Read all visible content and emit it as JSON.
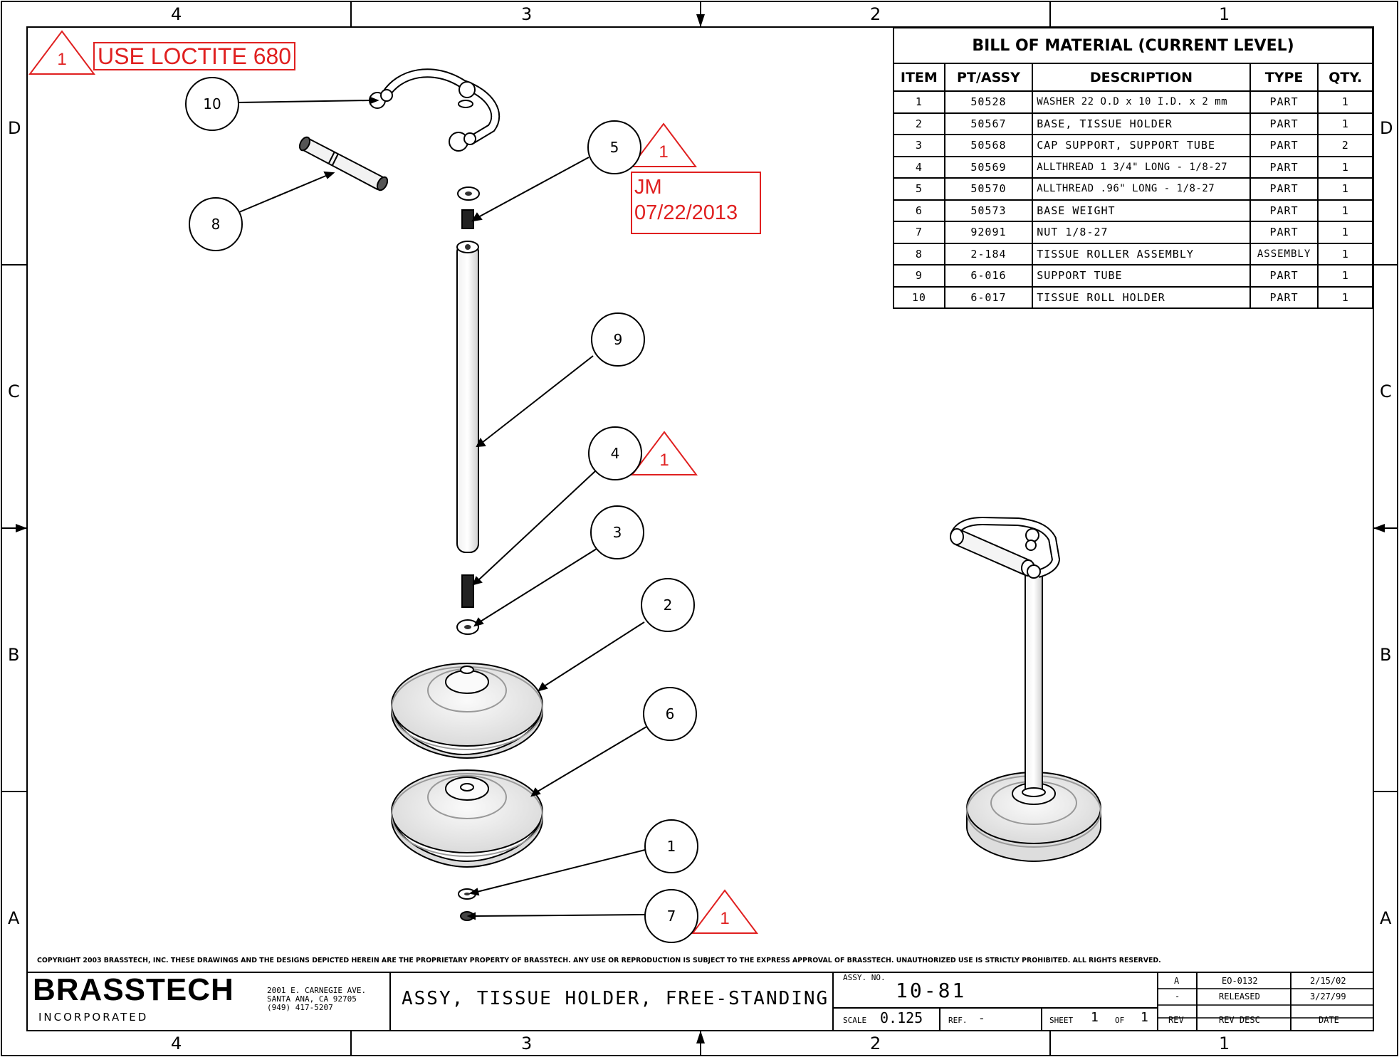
{
  "zones": {
    "columns": [
      "4",
      "3",
      "2",
      "1"
    ],
    "rows": [
      "D",
      "C",
      "B",
      "A"
    ]
  },
  "bom": {
    "title": "BILL OF MATERIAL (CURRENT LEVEL)",
    "headers": [
      "ITEM",
      "PT/ASSY",
      "DESCRIPTION",
      "TYPE",
      "QTY."
    ],
    "rows": [
      [
        "1",
        "50528",
        "WASHER 22 O.D x 10 I.D. x 2 mm",
        "PART",
        "1"
      ],
      [
        "2",
        "50567",
        "BASE, TISSUE HOLDER",
        "PART",
        "1"
      ],
      [
        "3",
        "50568",
        "CAP SUPPORT, SUPPORT TUBE",
        "PART",
        "2"
      ],
      [
        "4",
        "50569",
        "ALLTHREAD 1 3/4\" LONG - 1/8-27",
        "PART",
        "1"
      ],
      [
        "5",
        "50570",
        "ALLTHREAD .96\" LONG - 1/8-27",
        "PART",
        "1"
      ],
      [
        "6",
        "50573",
        "BASE WEIGHT",
        "PART",
        "1"
      ],
      [
        "7",
        "92091",
        "NUT 1/8-27",
        "PART",
        "1"
      ],
      [
        "8",
        "2-184",
        "TISSUE ROLLER ASSEMBLY",
        "ASSEMBLY",
        "1"
      ],
      [
        "9",
        "6-016",
        "SUPPORT TUBE",
        "PART",
        "1"
      ],
      [
        "10",
        "6-017",
        "TISSUE ROLL HOLDER",
        "PART",
        "1"
      ]
    ]
  },
  "balloons": [
    "10",
    "8",
    "5",
    "9",
    "4",
    "3",
    "2",
    "6",
    "1",
    "7"
  ],
  "revision_note": {
    "marker": "1",
    "note": "USE LOCTITE 680",
    "initials": "JM",
    "date": "07/22/2013"
  },
  "copyright": "COPYRIGHT 2003 BRASSTECH, INC. THESE DRAWINGS AND THE DESIGNS DEPICTED HEREIN ARE THE PROPRIETARY PROPERTY OF BRASSTECH. ANY USE OR REPRODUCTION IS SUBJECT TO THE EXPRESS APPROVAL OF BRASSTECH. UNAUTHORIZED USE IS STRICTLY PROHIBITED. ALL RIGHTS RESERVED.",
  "title_block": {
    "company": "BRASSTECH",
    "company_sub": "INCORPORATED",
    "address_1": "2001 E. CARNEGIE AVE.",
    "address_2": "SANTA ANA, CA 92705",
    "phone": "(949) 417-5207",
    "drawing_title": "ASSY, TISSUE HOLDER, FREE-STANDING",
    "assy_no_label": "ASSY. NO.",
    "assy_no": "10-81",
    "scale_label": "SCALE",
    "scale": "0.125",
    "ref_label": "REF.",
    "ref": "-",
    "sheet_label": "SHEET",
    "sheet": "1",
    "of_label": "OF",
    "of": "1"
  },
  "revisions": {
    "headers": [
      "REV",
      "REV DESC",
      "DATE"
    ],
    "rows": [
      [
        "A",
        "EO-0132",
        "2/15/02"
      ],
      [
        "-",
        "RELEASED",
        "3/27/99"
      ]
    ]
  }
}
